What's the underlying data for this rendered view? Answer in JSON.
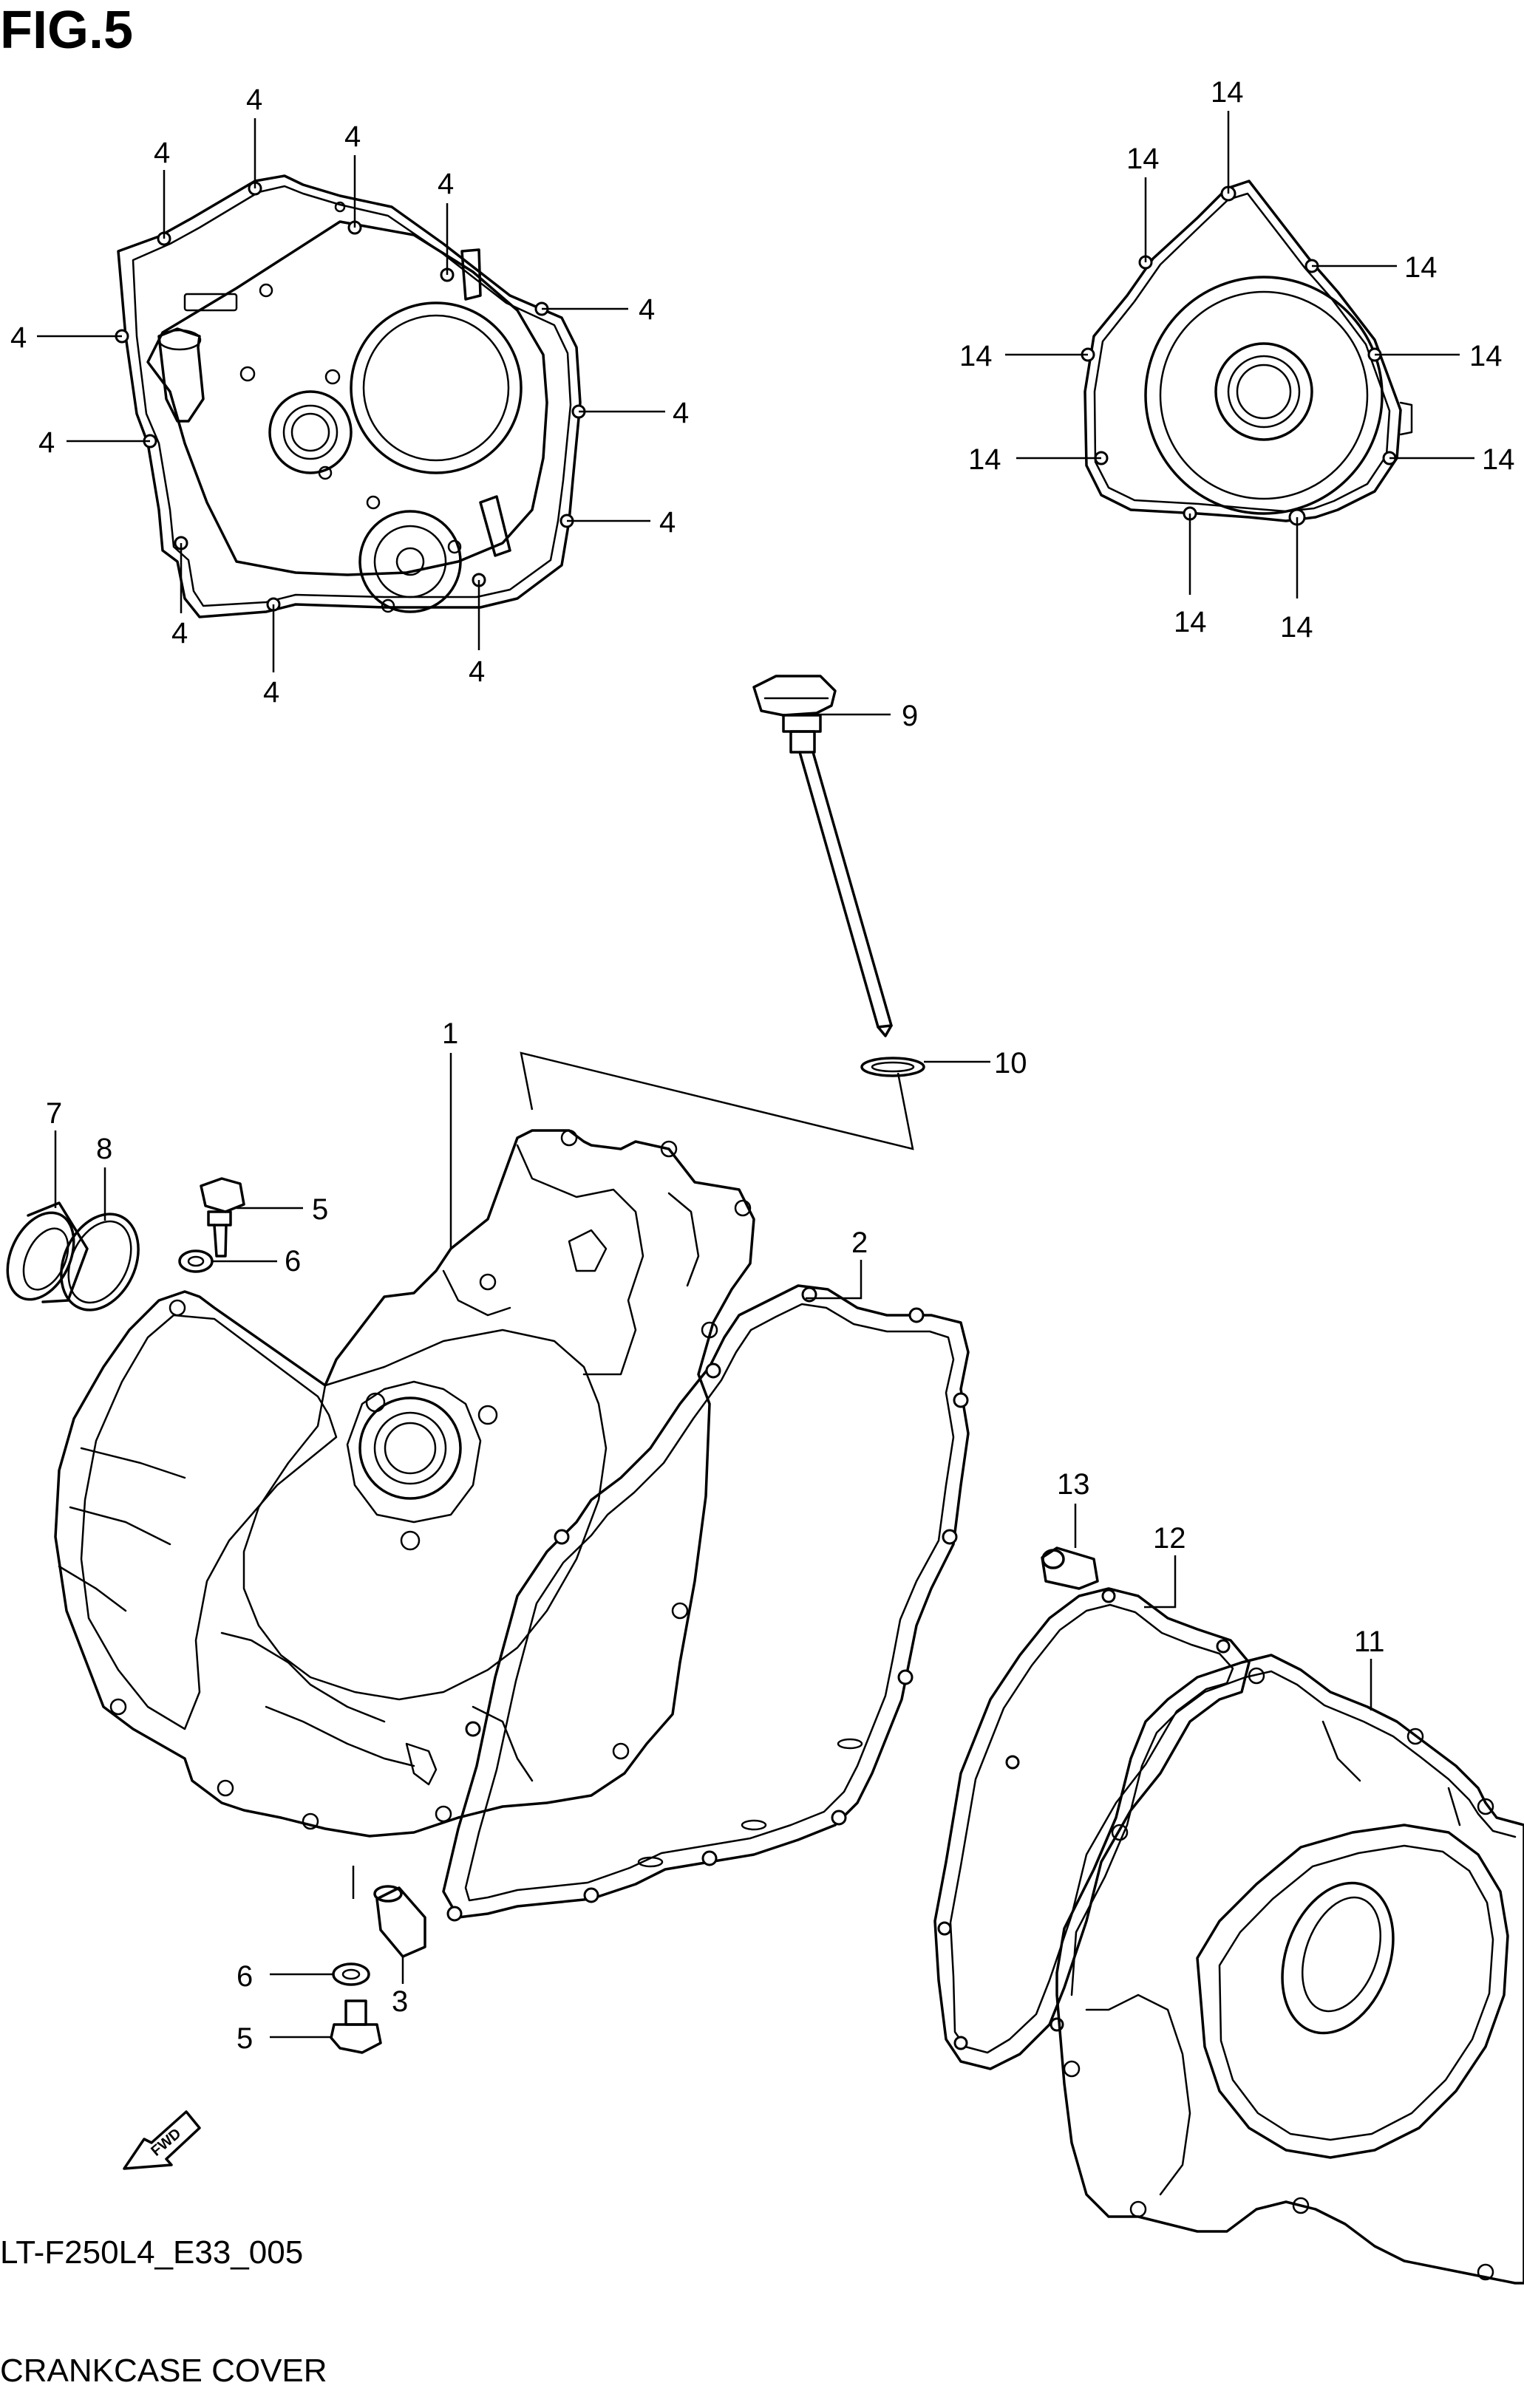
{
  "figure": {
    "title": "FIG.5",
    "code": "LT-F250L4_E33_005",
    "caption": "CRANKCASE COVER"
  },
  "callouts": {
    "c1": "1",
    "c2": "2",
    "c3": "3",
    "c4a": "4",
    "c4b": "4",
    "c4c": "4",
    "c4d": "4",
    "c4e": "4",
    "c4f": "4",
    "c4g": "4",
    "c4h": "4",
    "c4i": "4",
    "c4j": "4",
    "c4k": "4",
    "c4l": "4",
    "c5a": "5",
    "c5b": "5",
    "c6a": "6",
    "c6b": "6",
    "c7": "7",
    "c8": "8",
    "c9": "9",
    "c10": "10",
    "c11": "11",
    "c12": "12",
    "c13": "13",
    "c14a": "14",
    "c14b": "14",
    "c14c": "14",
    "c14d": "14",
    "c14e": "14",
    "c14f": "14",
    "c14g": "14",
    "c14h": "14",
    "c14i": "14"
  },
  "fwd_label": "FWD",
  "colors": {
    "line": "#000000",
    "background": "#ffffff"
  }
}
